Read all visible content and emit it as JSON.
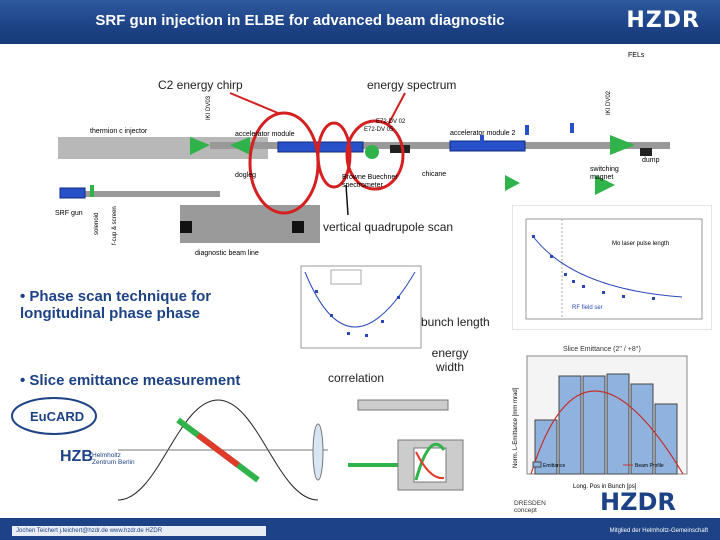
{
  "header": {
    "title": "SRF gun  injection in ELBE for advanced beam diagnostic",
    "logo_text": "HZDR"
  },
  "diagram_labels": {
    "c2_energy_chirp": "C2  energy chirp",
    "energy_spectrum": "energy spectrum",
    "vertical_quad_scan": "vertical quadrupole scan",
    "bunch_length": "bunch length",
    "correlation": "correlation",
    "energy_width": "energy\nwidth",
    "thermionic_injector": "thermion c injector",
    "accelerator_module": "accelerator module",
    "accelerator_module_2": "accelerator module 2",
    "dogleg": "dogleg",
    "chicane": "chicane",
    "browne_buechner": "Browne Buechner\nspectrometer",
    "switching_magnet": "switching\nmagnet",
    "dump": "dump",
    "srf_gun": "SRF gun",
    "solenoid": "solenoid",
    "f_cup_screen": "f-cup & screen",
    "diagnostic_beamline": "diagnostic beam line",
    "feLs": "FELs",
    "ids": [
      "IKI DV03",
      "IKI DV02",
      "E72-DV 02",
      "E72-DV 05"
    ]
  },
  "bullets": [
    "• Phase scan technique for\n   longitudinal phase phase",
    "• Slice emittance measurement"
  ],
  "partner_logos": {
    "eucard": "EuCARD",
    "hzb": "HZB",
    "hzb_sub": "Helmholtz\nZentrum Berlin",
    "dresden_concept": "DRESDEN\nconcept",
    "hzdr_bottom": "HZDR"
  },
  "footer": {
    "left": "Jochen Teichert  j.teichert@hzdr.de  www.hzdr.de  HZDR",
    "right": "Mitglied der Helmholtz-Gemeinschaft"
  },
  "chart_panels": {
    "phase_scan_legend": "Mo laser pulse length",
    "rf_label": "RF field ser",
    "slice_title": "Slice Emittance (2\" / +8°)",
    "slice_xlabel": "Long. Pos in Bunch [ps]",
    "slice_ylabel": "Norm. L-Emittance [mm mrad]",
    "slice_legend": [
      "Emittance",
      "Beam Profile"
    ]
  },
  "colors": {
    "header_blue": "#1d4286",
    "accent_red": "#d42020",
    "quad_green": "#2fb34a",
    "bar_blue": "#8fb3de",
    "title_text": "#ffffff"
  }
}
